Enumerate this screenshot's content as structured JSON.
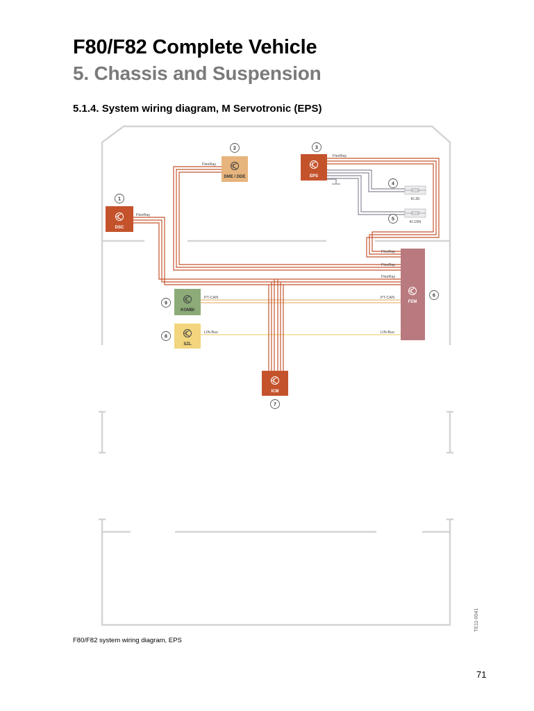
{
  "header": {
    "title": "F80/F82 Complete Vehicle",
    "chapter": "5. Chassis and Suspension",
    "section": "5.1.4. System wiring diagram, M Servotronic (EPS)"
  },
  "diagram": {
    "components": [
      {
        "number": "1",
        "label": "DSC",
        "color": "#c4532c"
      },
      {
        "number": "2",
        "label": "DME / DDE",
        "color": "#e6b47c"
      },
      {
        "number": "3",
        "label": "EPS",
        "color": "#c4532c"
      },
      {
        "number": "4",
        "label": "Kl.30"
      },
      {
        "number": "5",
        "label": "Kl.15N"
      },
      {
        "number": "6",
        "label": "FEM",
        "color": "#b97a7f"
      },
      {
        "number": "7",
        "label": "ICM",
        "color": "#c4532c"
      },
      {
        "number": "8",
        "label": "SZL",
        "color": "#f2d57c"
      },
      {
        "number": "9",
        "label": "KOMBI",
        "color": "#8cab78"
      }
    ],
    "bus_labels": {
      "flexray": "FlexRay",
      "ptcan": "PT-CAN",
      "linbus": "LIN-Bus"
    },
    "colors": {
      "flexray": "#c4532c",
      "ptcan": "#e8b87a",
      "linbus": "#f2d57c",
      "power": "#8a8a99",
      "outline": "#cccccc"
    },
    "reference": "TE11-0041"
  },
  "footer": {
    "caption": "F80/F82 system wiring diagram, EPS",
    "page_number": "71"
  }
}
